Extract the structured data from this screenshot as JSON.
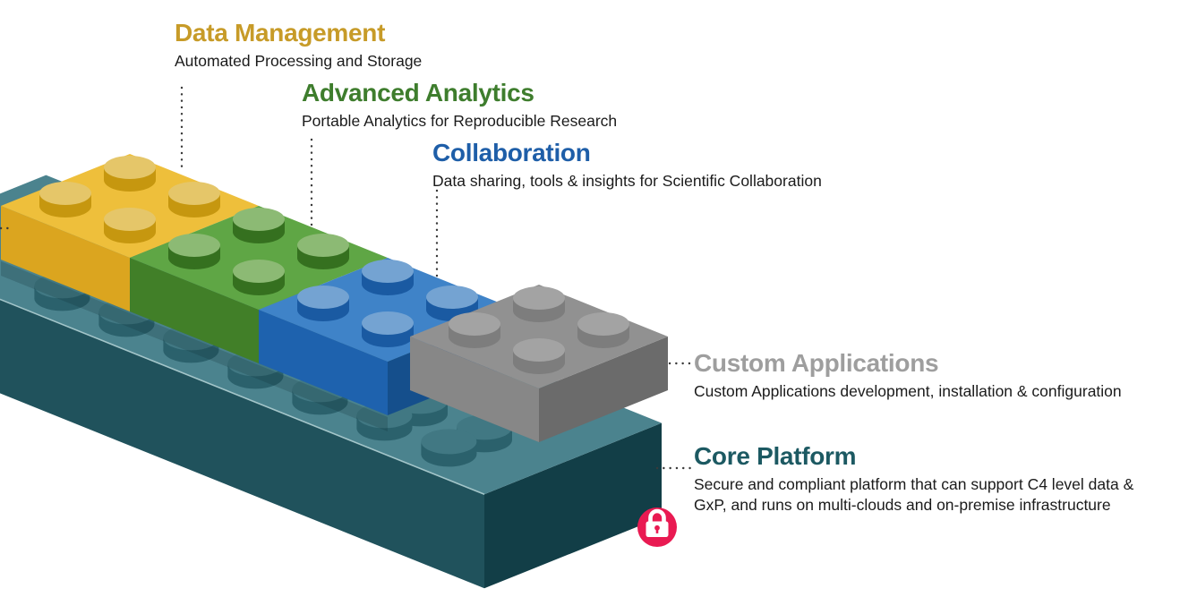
{
  "page": {
    "background": "#FFFFFF"
  },
  "diagram": {
    "type": "isometric-lego-stack",
    "layers": [
      {
        "id": "data-management",
        "title": "Data Management",
        "description": "Automated Processing and Storage",
        "title_color": "#C79B28",
        "brick": {
          "top": "#EEBF3B",
          "front": "#DBA51F",
          "stud_top": "#E5C669",
          "stud_side": "#C6970F"
        }
      },
      {
        "id": "advanced-analytics",
        "title": "Advanced Analytics",
        "description": "Portable Analytics for Reproducible Research",
        "title_color": "#3E7D2D",
        "brick": {
          "top": "#5FA645",
          "front": "#417F28",
          "stud_top": "#8CBA74",
          "stud_side": "#35701F"
        }
      },
      {
        "id": "collaboration",
        "title": "Collaboration",
        "description": "Data sharing, tools & insights for Scientific Collaboration",
        "title_color": "#1E5EA8",
        "brick": {
          "top": "#3F83C8",
          "front": "#1E62AE",
          "side": "#154F8C",
          "stud_top": "#74A3D2",
          "stud_side": "#1A5AA2"
        }
      },
      {
        "id": "custom-applications",
        "title": "Custom Applications",
        "description": "Custom Applications development, installation & configuration",
        "title_color": "#9E9E9E",
        "brick": {
          "top": "#919191",
          "front": "#878787",
          "side": "#6B6B6B",
          "stud_top": "#A3A3A3",
          "stud_side": "#7D7D7D"
        }
      },
      {
        "id": "core-platform",
        "title": "Core Platform",
        "description": "Secure and compliant platform that can support C4 level data & GxP, and runs on multi-clouds and on-premise infrastructure",
        "title_color": "#1C5962",
        "brick": {
          "top": "#4B838E",
          "front": "#20525C",
          "side": "#123E47",
          "stud_top": "#417883",
          "stud_side": "#2B616C",
          "edge_highlight": "#A3C5C9"
        }
      }
    ],
    "security_lock": {
      "glyph": "padlock",
      "color": "#E91A52",
      "glyph_color": "#FFFFFF"
    },
    "connector_color": "#3A3A3A",
    "text_color": "#1B1B1B"
  }
}
